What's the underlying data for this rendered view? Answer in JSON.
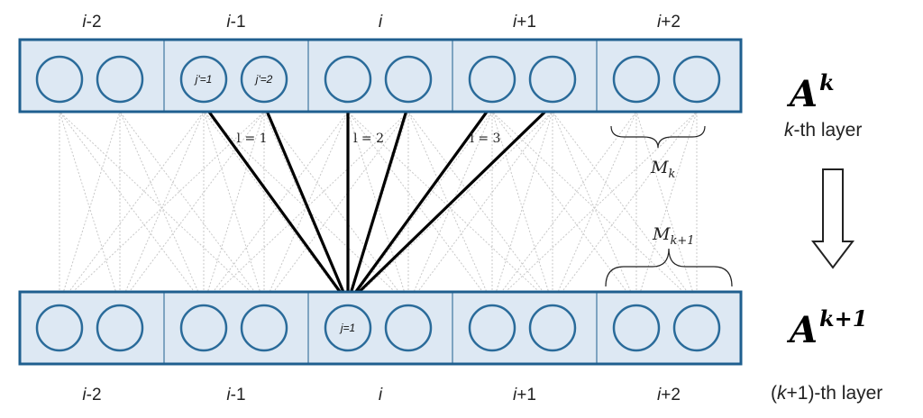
{
  "colors": {
    "box_fill": "#dde8f3",
    "box_stroke": "#1f5f8f",
    "node_stroke": "#2a6b9a",
    "node_fill": "#dde8f3",
    "strong_line": "#000000",
    "faint_line": "#c8c8c8"
  },
  "top_layer": {
    "groups": [
      {
        "prefix": "i",
        "suffix": "-2"
      },
      {
        "prefix": "i",
        "suffix": "-1"
      },
      {
        "prefix": "i",
        "suffix": ""
      },
      {
        "prefix": "i",
        "suffix": "+1"
      },
      {
        "prefix": "i",
        "suffix": "+2"
      }
    ],
    "node_labels": [
      "",
      "",
      "j'=1",
      "j'=2",
      "",
      "",
      "",
      "",
      "",
      ""
    ],
    "symbol": {
      "base": "A",
      "sup": "k"
    },
    "caption": {
      "var": "k",
      "rest": "-th layer"
    },
    "brace_label": {
      "base": "M",
      "sub": "k"
    }
  },
  "bottom_layer": {
    "groups": [
      {
        "prefix": "i",
        "suffix": "-2"
      },
      {
        "prefix": "i",
        "suffix": "-1"
      },
      {
        "prefix": "i",
        "suffix": ""
      },
      {
        "prefix": "i",
        "suffix": "+1"
      },
      {
        "prefix": "i",
        "suffix": "+2"
      }
    ],
    "node_labels": [
      "",
      "",
      "",
      "",
      "j=1",
      "",
      "",
      "",
      "",
      ""
    ],
    "symbol": {
      "base": "A",
      "sup": "k+1"
    },
    "caption": {
      "open": "(",
      "var": "k",
      "rest": "+1)-th layer"
    },
    "brace_label": {
      "base": "M",
      "sub": "k+1"
    }
  },
  "connections": {
    "target_node": 4,
    "source_nodes": [
      2,
      3,
      4,
      5,
      6,
      7
    ],
    "labels": [
      {
        "text": "l = 1",
        "source_index": 0
      },
      {
        "text": "l = 2",
        "source_index": 2
      },
      {
        "text": "l = 3",
        "source_index": 4
      }
    ]
  },
  "icons": {
    "arrow": "down-arrow-icon",
    "brace": "curly-brace-icon"
  }
}
